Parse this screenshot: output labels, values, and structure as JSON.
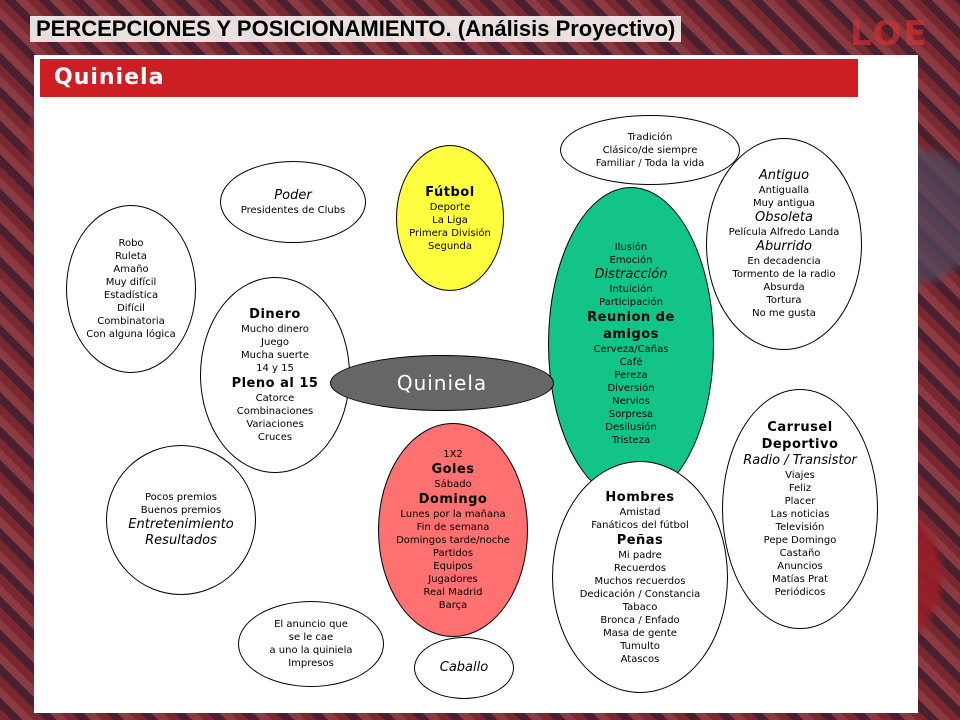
{
  "slide": {
    "title": "PERCEPCIONES Y POSICIONAMIENTO. (Análisis Proyectivo)",
    "logo": "LOE",
    "band": "Quiniela"
  },
  "diagram": {
    "center": "Quiniela",
    "ovals": {
      "futbol": [
        "Fútbol",
        "Deporte",
        "La Liga",
        "Primera División",
        "Segunda"
      ],
      "poder": [
        "Poder",
        "Presidentes de Clubs"
      ],
      "robo": [
        "Robo",
        "Ruleta",
        "Amaño",
        "Muy difícil",
        "Estadística",
        "Difícil",
        "Combinatoria",
        "Con alguna lógica"
      ],
      "dinero": [
        "Dinero",
        "Mucho dinero",
        "Juego",
        "Mucha suerte",
        "14 y 15",
        "Pleno al 15",
        "Catorce",
        "Combinaciones",
        "Variaciones",
        "Cruces"
      ],
      "tradicion": [
        "Tradición",
        "Clásico/de siempre",
        "Familiar / Toda la vida"
      ],
      "reunion": [
        "Ilusión",
        "Emoción",
        "Distracción",
        "Intuición",
        "Participación",
        "Reunion de",
        "amigos",
        "Cerveza/Cañas",
        "Café",
        "Pereza",
        "Diversión",
        "Nervios",
        "Sorpresa",
        "Desilusión",
        "Tristeza"
      ],
      "antiguo": [
        "Antiguo",
        "Antigualla",
        "Muy antigua",
        "Obsoleta",
        "Película Alfredo Landa",
        "Aburrido",
        "En decadencia",
        "Tormento de la radio",
        "Absurda",
        "Tortura",
        "No me gusta"
      ],
      "premios": [
        "Pocos premios",
        "Buenos premios",
        "Entretenimiento",
        "Resultados"
      ],
      "goles": [
        "1X2",
        "Goles",
        "Sábado",
        "Domingo",
        "Lunes por la mañana",
        "Fin de semana",
        "Domingos tarde/noche",
        "Partidos",
        "Equipos",
        "Jugadores",
        "Real Madrid",
        "Barça"
      ],
      "hombres": [
        "Hombres",
        "Amistad",
        "Fanáticos del fútbol",
        "Peñas",
        "Mi padre",
        "Recuerdos",
        "Muchos recuerdos",
        "Dedicación / Constancia",
        "Tabaco",
        "Bronca / Enfado",
        "Masa de gente",
        "Tumulto",
        "Atascos"
      ],
      "carrusel": [
        "Carrusel",
        "Deportivo",
        "Radio / Transistor",
        "Viajes",
        "Feliz",
        "Placer",
        "Las noticias",
        "Televisión",
        "Pepe Domingo",
        "Castaño",
        "Anuncios",
        "Matías Prat",
        "Periódicos"
      ],
      "anuncio": [
        "El anuncio que",
        "se le cae",
        "a uno la quiniela",
        "Impresos"
      ],
      "caballo": [
        "Caballo"
      ]
    }
  }
}
